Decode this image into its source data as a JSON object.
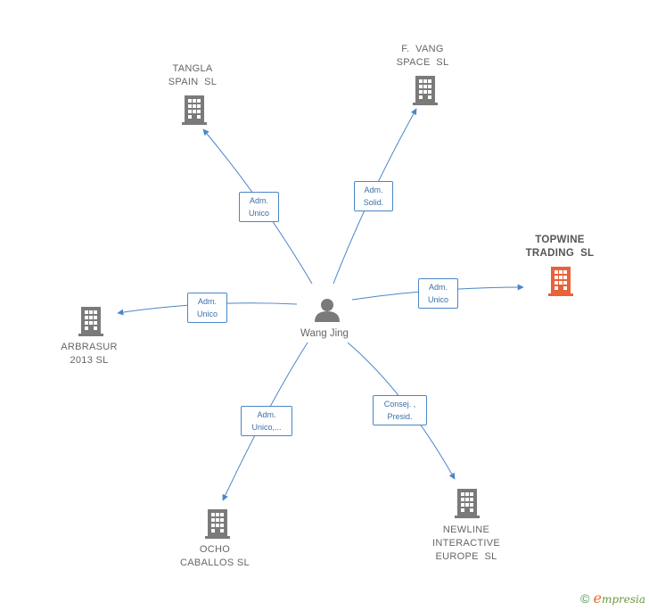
{
  "person": {
    "name": "Wang Jing",
    "icon": "person-icon"
  },
  "companies": [
    {
      "id": "tangla",
      "label": "TANGLA\nSPAIN  SL",
      "icon": "building-icon",
      "highlight": false
    },
    {
      "id": "fvang",
      "label": "F.  VANG\nSPACE  SL",
      "icon": "building-icon",
      "highlight": false
    },
    {
      "id": "topwine",
      "label": "TOPWINE\nTRADING  SL",
      "icon": "building-icon",
      "highlight": true
    },
    {
      "id": "arbrasur",
      "label": "ARBRASUR\n2013 SL",
      "icon": "building-icon",
      "highlight": false
    },
    {
      "id": "newline",
      "label": "NEWLINE\nINTERACTIVE\nEUROPE  SL",
      "icon": "building-icon",
      "highlight": false
    },
    {
      "id": "ocho",
      "label": "OCHO\nCABALLOS SL",
      "icon": "building-icon",
      "highlight": false
    }
  ],
  "relations": [
    {
      "to": "tangla",
      "label": "Adm.\nUnico"
    },
    {
      "to": "fvang",
      "label": "Adm.\nSolid."
    },
    {
      "to": "topwine",
      "label": "Adm.\nUnico"
    },
    {
      "to": "arbrasur",
      "label": "Adm.\nUnico"
    },
    {
      "to": "newline",
      "label": "Consej. ,\nPresid."
    },
    {
      "to": "ocho",
      "label": "Adm.\nUnico,..."
    }
  ],
  "colors": {
    "edge": "#4a86c8",
    "building": "#7a7a7a",
    "highlight": "#e8623a",
    "person": "#7a7a7a"
  },
  "brand": {
    "copyright": "©",
    "initial": "e",
    "name": "mpresia"
  }
}
